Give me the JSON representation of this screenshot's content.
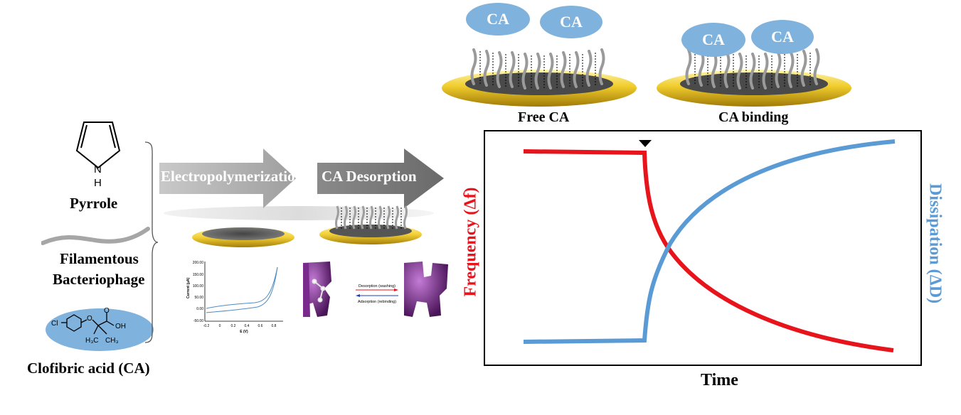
{
  "left_panel": {
    "pyrrole_label": "Pyrrole",
    "pyrrole_h": "H",
    "pyrrole_n": "N",
    "phage_label_line1": "Filamentous",
    "phage_label_line2": "Bacteriophage",
    "ca_label": "Clofibric acid (CA)",
    "ca_struct": {
      "cl": "Cl",
      "o": "O",
      "oh": "OH",
      "o2": "O",
      "ch3a": "H₃C",
      "ch3b": "CH₃"
    }
  },
  "process": {
    "step1_label": "Electropolymerization",
    "step2_label": "CA Desorption"
  },
  "cv_plot": {
    "ylabel": "Current (µA)",
    "xlabel": "E (V)",
    "yticks": [
      "200.00",
      "150.00",
      "100.00",
      "50.00",
      "0.00",
      "-50.00"
    ],
    "xticks": [
      "-0.2",
      "0",
      "0.2",
      "0.4",
      "0.6",
      "0.8"
    ]
  },
  "mip_schematic": {
    "desorption_label": "Desorption (washing)",
    "adsorption_label": "Adsorption (rebinding)"
  },
  "top_row": {
    "bubble_text": "CA",
    "free_label": "Free CA",
    "binding_label": "CA binding"
  },
  "qcm_plot": {
    "ylabel_left": "Frequency (Δf)",
    "ylabel_right": "Dissipation (ΔD)",
    "xlabel": "Time",
    "colors": {
      "frequency": "#e8141b",
      "dissipation": "#5b9bd5"
    }
  }
}
